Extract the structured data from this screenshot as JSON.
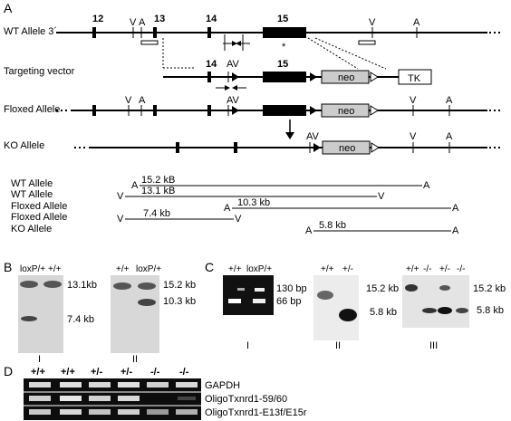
{
  "panels": {
    "a": "A",
    "b": "B",
    "c": "C",
    "d": "D"
  },
  "panel_a": {
    "exons": [
      "12",
      "13",
      "14",
      "15"
    ],
    "rows": {
      "wt": "WT Allele 3´",
      "vector": "Targeting vector",
      "floxed": "Floxed Allele",
      "ko": "KO Allele"
    },
    "site_letters": {
      "v": "V",
      "a": "A",
      "av": "AV"
    },
    "asterisk": "*",
    "neo": "neo",
    "tk": "TK",
    "fragments": [
      {
        "allele": "WT Allele",
        "size": "15.2 kB",
        "left": "A",
        "right": "A"
      },
      {
        "allele": "WT Allele",
        "size": "13.1 kB",
        "left": "V",
        "right": "V"
      },
      {
        "allele": "Floxed Allele",
        "size": "10.3 kb",
        "left": "A",
        "right": "A"
      },
      {
        "allele": "Floxed Allele",
        "size": "7.4 kb",
        "left": "V",
        "right": "V"
      },
      {
        "allele": "KO Allele",
        "size": "5.8 kb",
        "left": "A",
        "right": "A"
      }
    ]
  },
  "panel_b": {
    "blot1": {
      "lanes": [
        "loxP/+",
        "+/+"
      ],
      "bands": [
        "13.1kb",
        "7.4 kb"
      ],
      "roman": "I"
    },
    "blot2": {
      "lanes": [
        "+/+",
        "loxP/+"
      ],
      "bands": [
        "15.2 kb",
        "10.3 kb"
      ],
      "roman": "II"
    }
  },
  "panel_c": {
    "gel": {
      "lanes": [
        "+/+",
        "loxP/+"
      ],
      "bands": [
        "130 bp",
        "66 bp"
      ],
      "roman": "I"
    },
    "blot2": {
      "lanes": [
        "+/+",
        "+/-"
      ],
      "bands": [
        "15.2 kb",
        "5.8 kb"
      ],
      "roman": "II"
    },
    "blot3": {
      "lanes": [
        "+/+",
        "-/-",
        "+/-",
        "-/-"
      ],
      "bands": [
        "15.2 kb",
        "5.8 kb"
      ],
      "roman": "III"
    }
  },
  "panel_d": {
    "lanes": [
      "+/+",
      "+/+",
      "+/-",
      "+/-",
      "-/-",
      "-/-"
    ],
    "rows": [
      "GAPDH",
      "OligoTxnrd1-59/60",
      "OligoTxnrd1-E13f/E15r"
    ]
  }
}
